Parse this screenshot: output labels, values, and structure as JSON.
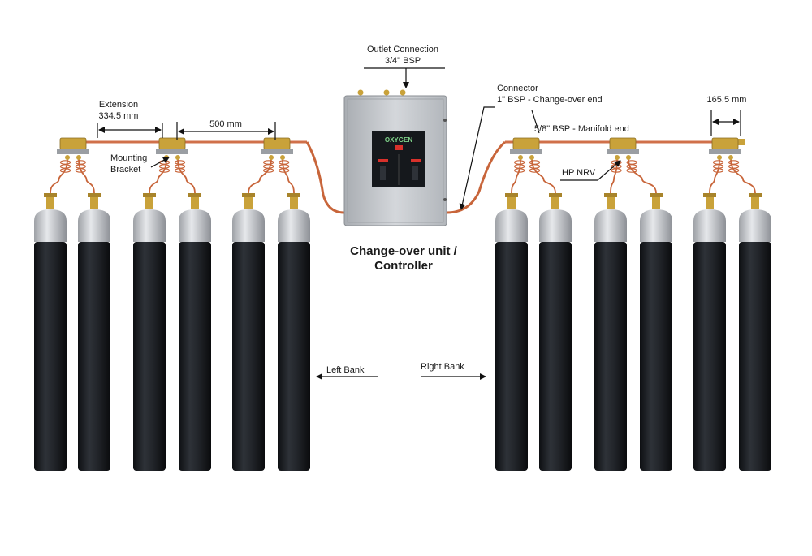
{
  "labels": {
    "outlet_connection": "Outlet Connection",
    "outlet_size": "3/4\" BSP",
    "connector": "Connector",
    "connector_changeover": "1\" BSP - Change-over end",
    "connector_manifold": "5/8\" BSP - Manifold end",
    "extension": "Extension",
    "extension_length": "334.5 mm",
    "spacing_500": "500 mm",
    "spacing_165": "165.5 mm",
    "mounting": "Mounting",
    "bracket": "Bracket",
    "hp_nrv": "HP NRV",
    "controller_line1": "Change-over unit /",
    "controller_line2": "Controller",
    "left_bank": "Left Bank",
    "right_bank": "Right Bank",
    "panel_brand": "OXYGEN"
  },
  "colors": {
    "cylinder_body": "#1c1e22",
    "cylinder_shoulder": "#c9cbcf",
    "brass": "#c9a23a",
    "pigtail": "#c8653a",
    "manifold_pipe": "#d0704a",
    "cabinet": "#c3c6ca",
    "panel": "#15181c",
    "panel_text": "#7fd38a",
    "panel_red": "#d8312b"
  },
  "structure": {
    "left_bank_cylinders": 6,
    "right_bank_cylinders": 6,
    "manifold_blocks_per_bank": 3
  }
}
